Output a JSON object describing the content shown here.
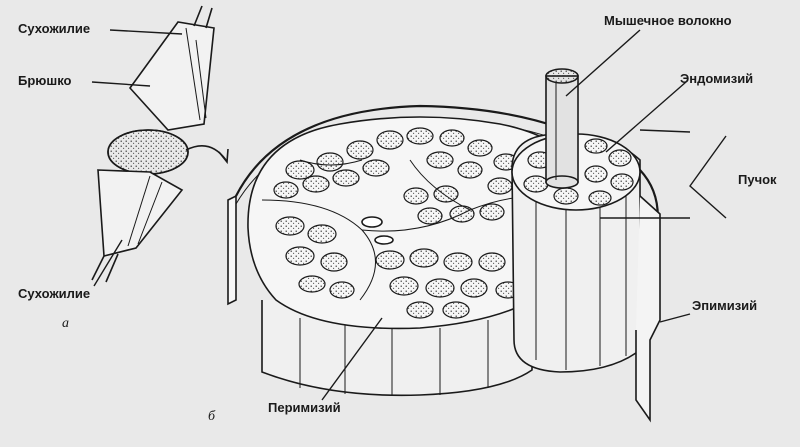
{
  "labels": {
    "tendon_top": "Сухожилие",
    "belly": "Брюшко",
    "tendon_bottom": "Сухожилие",
    "panel_a": "а",
    "muscle_fiber": "Мышечное волокно",
    "endomysium": "Эндомизий",
    "bundle": "Пучок",
    "epimysium": "Эпимизий",
    "perimysium": "Перимизий",
    "panel_b": "б"
  },
  "colors": {
    "background": "#e9e9e9",
    "ink": "#1a1a1a",
    "fiber_fill": "#d6d6d6"
  }
}
